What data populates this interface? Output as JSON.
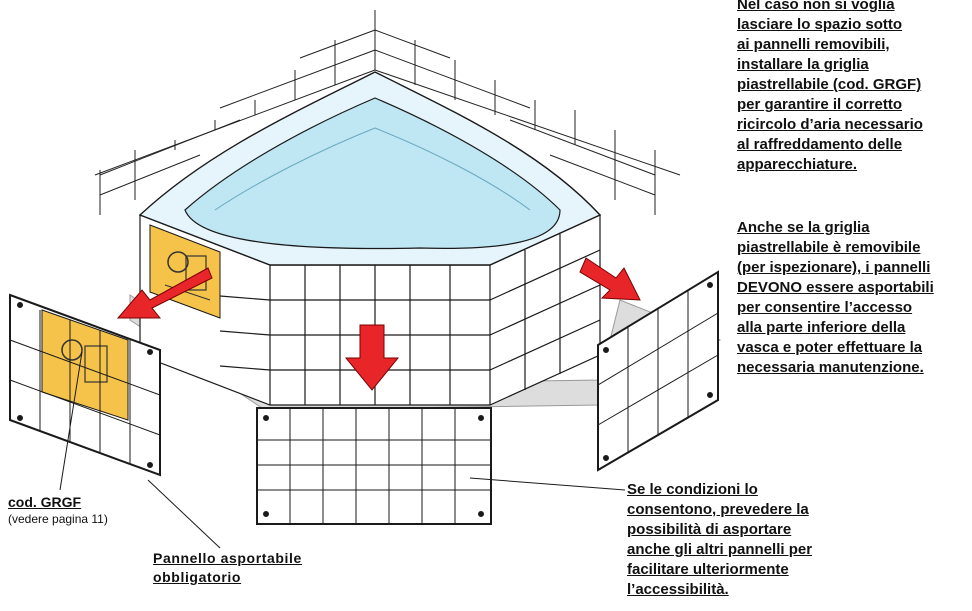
{
  "notes": {
    "top": [
      "Nel caso non si voglia",
      "lasciare lo spazio sotto",
      "ai pannelli removibili,",
      "installare la griglia",
      "piastrellabile   (cod. GRGF)",
      "per garantire il corretto",
      "ricircolo d’aria necessario",
      "al raffreddamento delle",
      "apparecchiature."
    ],
    "middle": [
      "Anche se la griglia",
      "piastrellabile è removibile",
      "(per ispezionare), i pannelli",
      "DEVONO essere asportabili",
      "per consentire l’accesso",
      "alla parte inferiore della",
      "vasca e poter effettuare la",
      "necessaria manutenzione."
    ],
    "bottom": [
      "Se le condizioni lo",
      "consentono, prevedere la",
      "possibilità di asportare",
      "anche gli altri pannelli per",
      "facilitare ulteriormente",
      "l’accessibilità."
    ]
  },
  "grgf": {
    "code": "cod. GRGF",
    "reference": "(vedere pagina 11)"
  },
  "panel_label": [
    "Pannello  asportabile",
    "obbligatorio"
  ],
  "colors": {
    "arrow": "#e8262a",
    "equipment_bg": "#f6c34a",
    "tub_water": "#bfe6f3",
    "floor": "#dddddd",
    "line": "#1a1a1a"
  }
}
